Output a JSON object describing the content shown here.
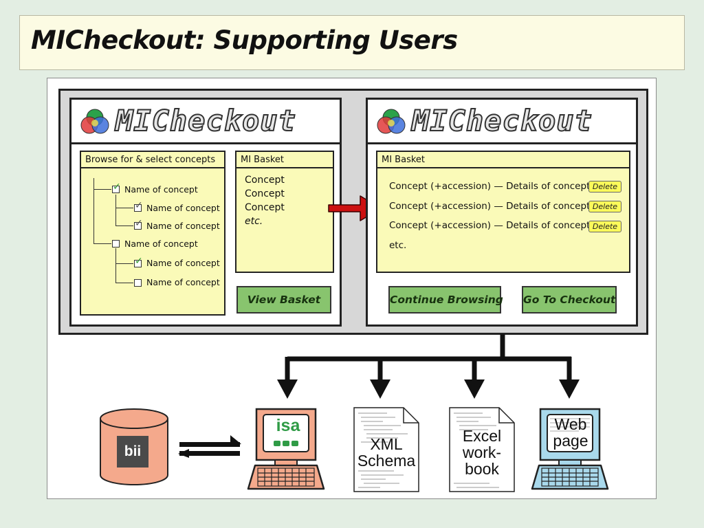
{
  "slide_title": "MICheckout: Supporting Users",
  "app_logo_text": "MICheckout",
  "browse_panel": {
    "header": "Browse for & select concepts",
    "tree": [
      {
        "label": "Name of concept",
        "checked": true,
        "check_color": "#2e9a2e"
      },
      {
        "label": "Name of concept",
        "checked": true,
        "check_color": "#555555"
      },
      {
        "label": "Name of concept",
        "checked": true,
        "check_color": "#555555"
      },
      {
        "label": "Name of concept",
        "checked": false
      },
      {
        "label": "Name of concept",
        "checked": true,
        "check_color": "#2e9a2e"
      },
      {
        "label": "Name of concept",
        "checked": false
      }
    ]
  },
  "mini_basket": {
    "header": "MI Basket",
    "items": [
      "Concept",
      "Concept",
      "Concept",
      "etc."
    ]
  },
  "view_basket_label": "View Basket",
  "basket": {
    "header": "MI Basket",
    "rows": [
      {
        "text": "Concept (+accession) — Details of concept",
        "button": "Delete"
      },
      {
        "text": "Concept (+accession) — Details of concept",
        "button": "Delete"
      },
      {
        "text": "Concept (+accession) — Details of concept",
        "button": "Delete"
      }
    ],
    "more": "etc."
  },
  "continue_browsing_label": "Continue Browsing",
  "go_to_checkout_label": "Go To Checkout",
  "database_label": "bii",
  "isa_label": "isa",
  "outputs": {
    "xml": "XML\nSchema",
    "excel": "Excel\nwork-\nbook",
    "web": "Web\npage"
  },
  "colors": {
    "slide_background": "#e3eee3",
    "title_background": "#fcfbe3",
    "panel_yellow": "#fafab8",
    "button_green": "#88c46e",
    "delete_yellow": "#fbfa5a",
    "arrow_red": "#cc1111",
    "database_salmon": "#f4a98c",
    "isa_computer": "#f4a98c",
    "web_computer": "#a9d9ec",
    "isa_green": "#2f9b46"
  }
}
